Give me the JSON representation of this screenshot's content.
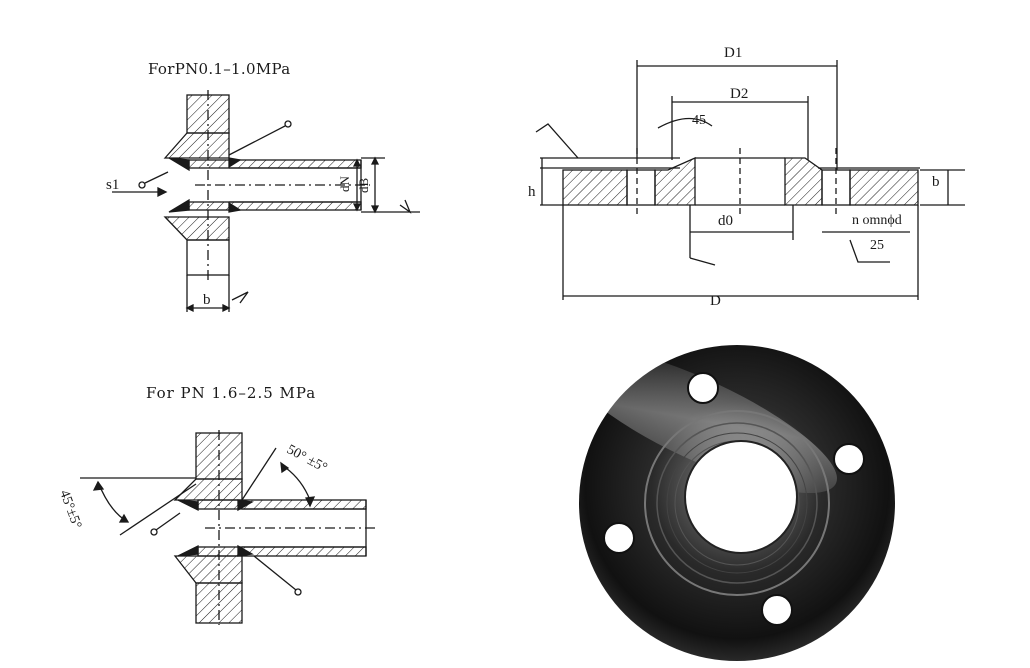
{
  "captions": {
    "low_pressure": "ForPN0.1–1.0MPa",
    "high_pressure": "For PN 1.6–2.5 MPa"
  },
  "weld_detail_labels": {
    "wall": "s1",
    "nominal_diameter": "dN",
    "bore": "dB",
    "flange_thickness": "b",
    "angle_bottom": "45°±5°",
    "angle_top": "50° ±5°"
  },
  "section_labels": {
    "d1": "D1",
    "d2": "D2",
    "chamfer": "45",
    "height": "h",
    "thickness": "b",
    "bore": "d0",
    "holes": "n omnϕd",
    "roughness": "25",
    "outer": "D"
  },
  "colors": {
    "ink": "#1a1a1a",
    "paper": "#ffffff"
  }
}
